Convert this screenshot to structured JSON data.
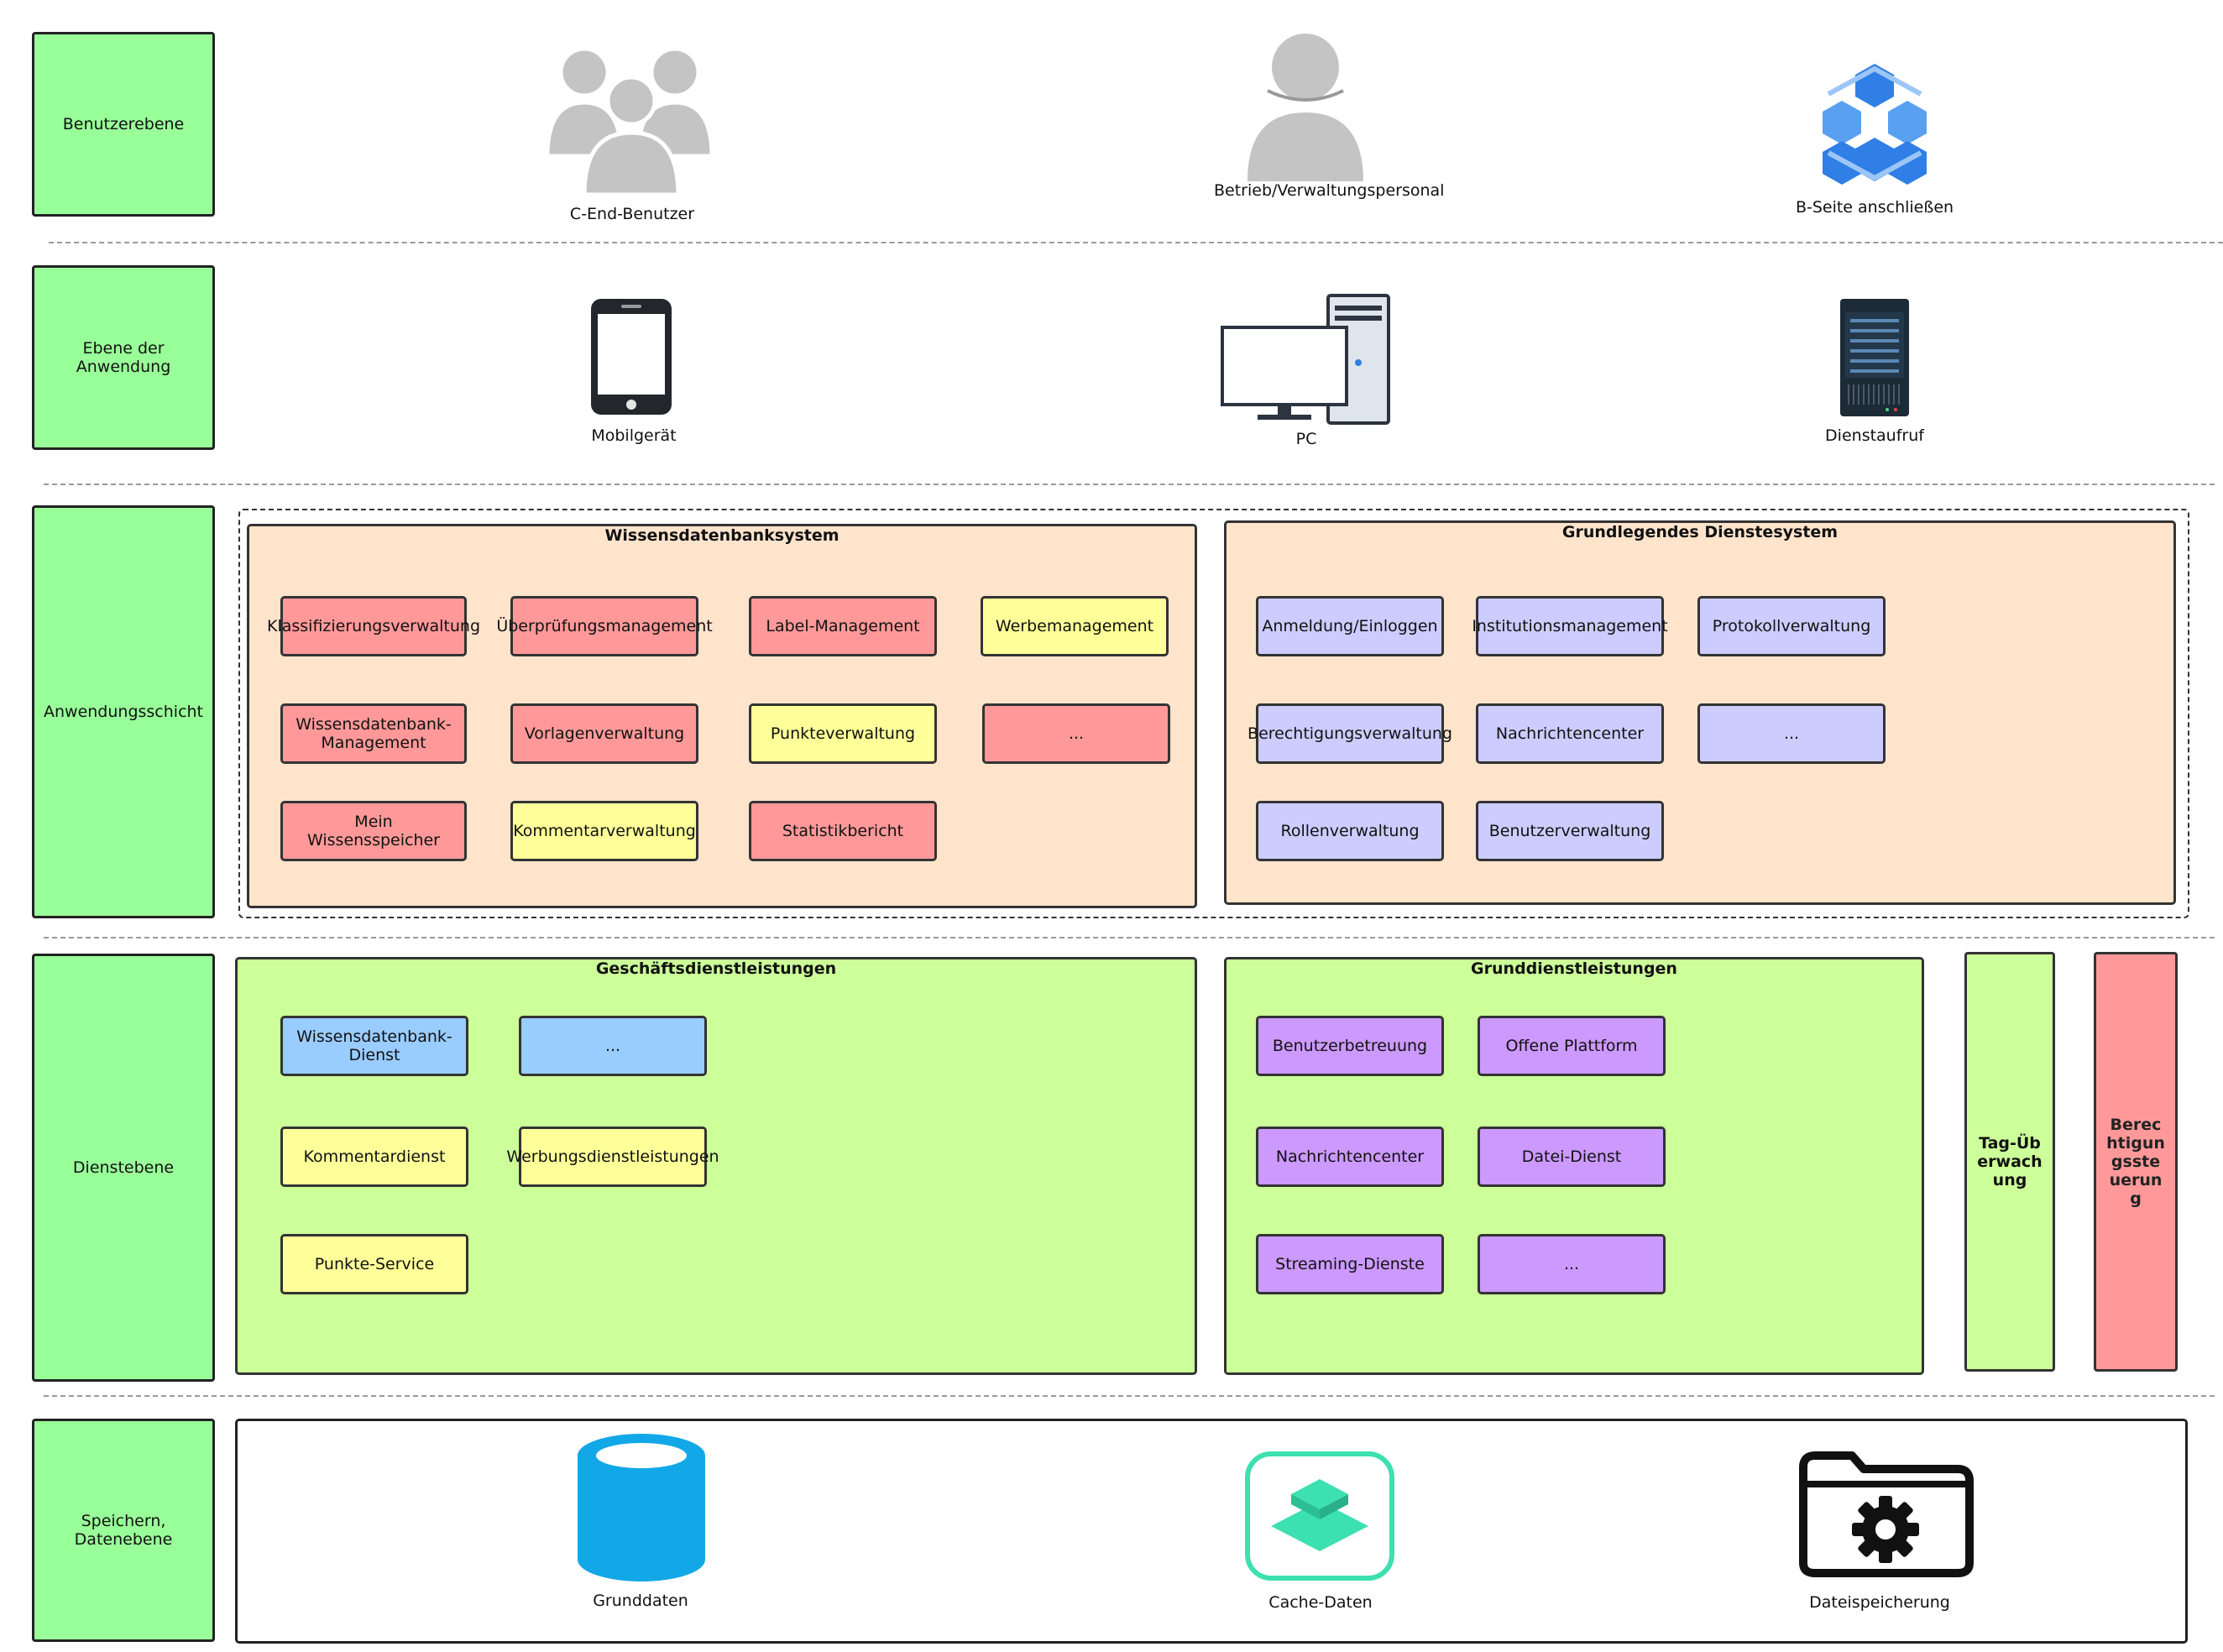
{
  "layers": [
    "Benutzerebene",
    "Ebene der Anwendung",
    "Anwendungsschicht",
    "Dienstebene",
    "Speichern, Datenebene"
  ],
  "user_level": {
    "c_end": "C-End-Benutzer",
    "ops": "Betrieb/Verwaltungspersonal",
    "b_side": "B-Seite anschließen"
  },
  "app_level": {
    "mobile": "Mobilgerät",
    "pc": "PC",
    "service_call": "Dienstaufruf"
  },
  "app_layer": {
    "kb_system": {
      "title": "Wissensdatenbanksystem",
      "items": [
        "Klassifizierungsverwaltung",
        "Überprüfungsmanagement",
        "Label-Management",
        "Werbemanagement",
        "Wissensdatenbank-Management",
        "Vorlagenverwaltung",
        "Punkteverwaltung",
        "...",
        "Mein Wissensspeicher",
        "Kommentarverwaltung",
        "Statistikbericht"
      ]
    },
    "base_system": {
      "title": "Grundlegendes Dienstesystem",
      "items": [
        "Anmeldung/Einloggen",
        "Institutionsmanagement",
        "Protokollverwaltung",
        "Berechtigungsverwaltung",
        "Nachrichtencenter",
        "...",
        "Rollenverwaltung",
        "Benutzerverwaltung"
      ]
    }
  },
  "service_layer": {
    "business": {
      "title": "Geschäftsdienstleistungen",
      "items": [
        "Wissensdatenbank-Dienst",
        "...",
        "Kommentardienst",
        "Werbungsdienstleistungen",
        "Punkte-Service"
      ]
    },
    "basic": {
      "title": "Grunddienstleistungen",
      "items": [
        "Benutzerbetreuung",
        "Offene Plattform",
        "Nachrichtencenter",
        "Datei-Dienst",
        "Streaming-Dienste",
        "..."
      ]
    },
    "tag_monitoring": "Tag-Überwachung",
    "permission_control": "Berechtigungssteuerung"
  },
  "storage_layer": {
    "base_data": "Grunddaten",
    "cache_data": "Cache-Daten",
    "file_storage": "Dateispeicherung"
  },
  "colors": {
    "layer_green": "#99ff99",
    "panel_orange": "#ffe4cc",
    "panel_green": "#ccff99",
    "red": "#ff9999",
    "yellow": "#ffff99",
    "lavender": "#ccccff",
    "blue": "#99ccff",
    "purple": "#cc99ff",
    "db_cyan": "#12a8e8",
    "cache_teal": "#3de0b0",
    "icon_blue": "#2f7fe6"
  }
}
